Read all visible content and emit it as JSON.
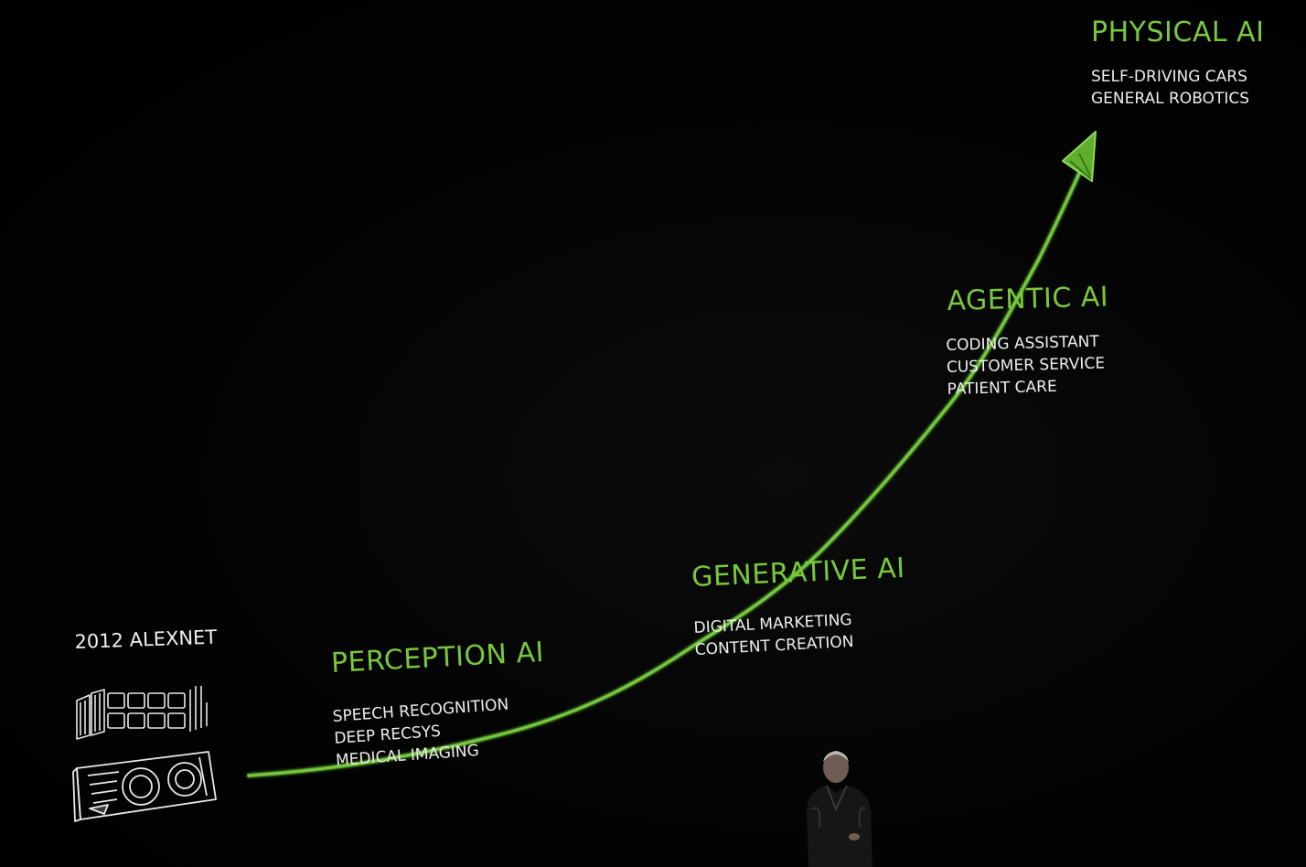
{
  "origin": {
    "label": "2012 ALEXNET"
  },
  "stages": [
    {
      "title": "PERCEPTION AI",
      "items": [
        "SPEECH RECOGNITION",
        "DEEP RECSYS",
        "MEDICAL IMAGING"
      ]
    },
    {
      "title": "GENERATIVE AI",
      "items": [
        "DIGITAL MARKETING",
        "CONTENT CREATION"
      ]
    },
    {
      "title": "AGENTIC AI",
      "items": [
        "CODING ASSISTANT",
        "CUSTOMER SERVICE",
        "PATIENT CARE"
      ]
    },
    {
      "title": "PHYSICAL AI",
      "items": [
        "SELF-DRIVING CARS",
        "GENERAL ROBOTICS"
      ]
    }
  ],
  "colors": {
    "background": "#020202",
    "accent_green": "#79c83c",
    "curve_green": "#5fae2e",
    "text_white": "#ededed"
  },
  "icons": {
    "server_rack": "server-rack-icon",
    "gpu_card": "gpu-card-icon",
    "arrowhead": "arrowhead-icon"
  }
}
